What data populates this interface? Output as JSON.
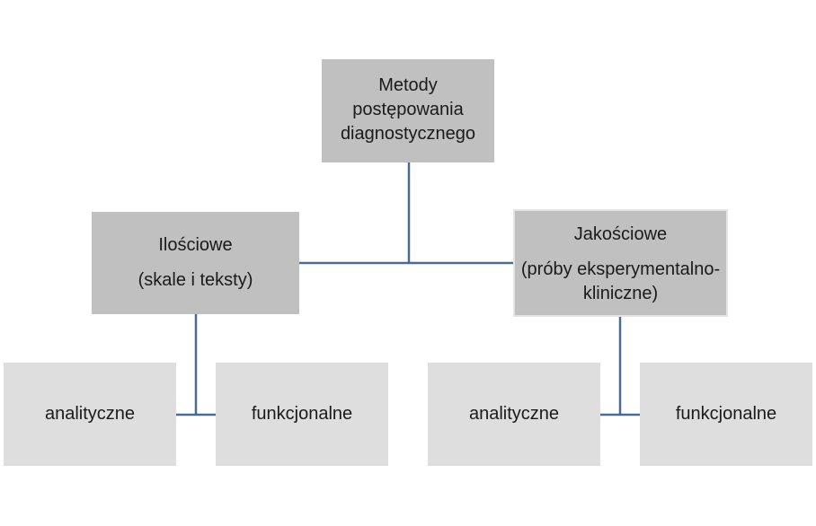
{
  "diagram": {
    "root": {
      "lines": [
        "Metody",
        "postępowania",
        "diagnostycznego"
      ]
    },
    "quantitative": {
      "title": "Ilościowe",
      "subtitle": "(skale i teksty)",
      "children": {
        "left": "analityczne",
        "right": "funkcjonalne"
      }
    },
    "qualitative": {
      "title": "Jakościowe",
      "subtitle_lines": [
        "(próby eksperymentalno-",
        "kliniczne)"
      ],
      "children": {
        "left": "analityczne",
        "right": "funkcjonalne"
      }
    }
  },
  "colors": {
    "box_dark": "#c0c0c0",
    "box_light": "#dedede",
    "connector": "#4a6b96",
    "text": "#1a1a1a"
  }
}
